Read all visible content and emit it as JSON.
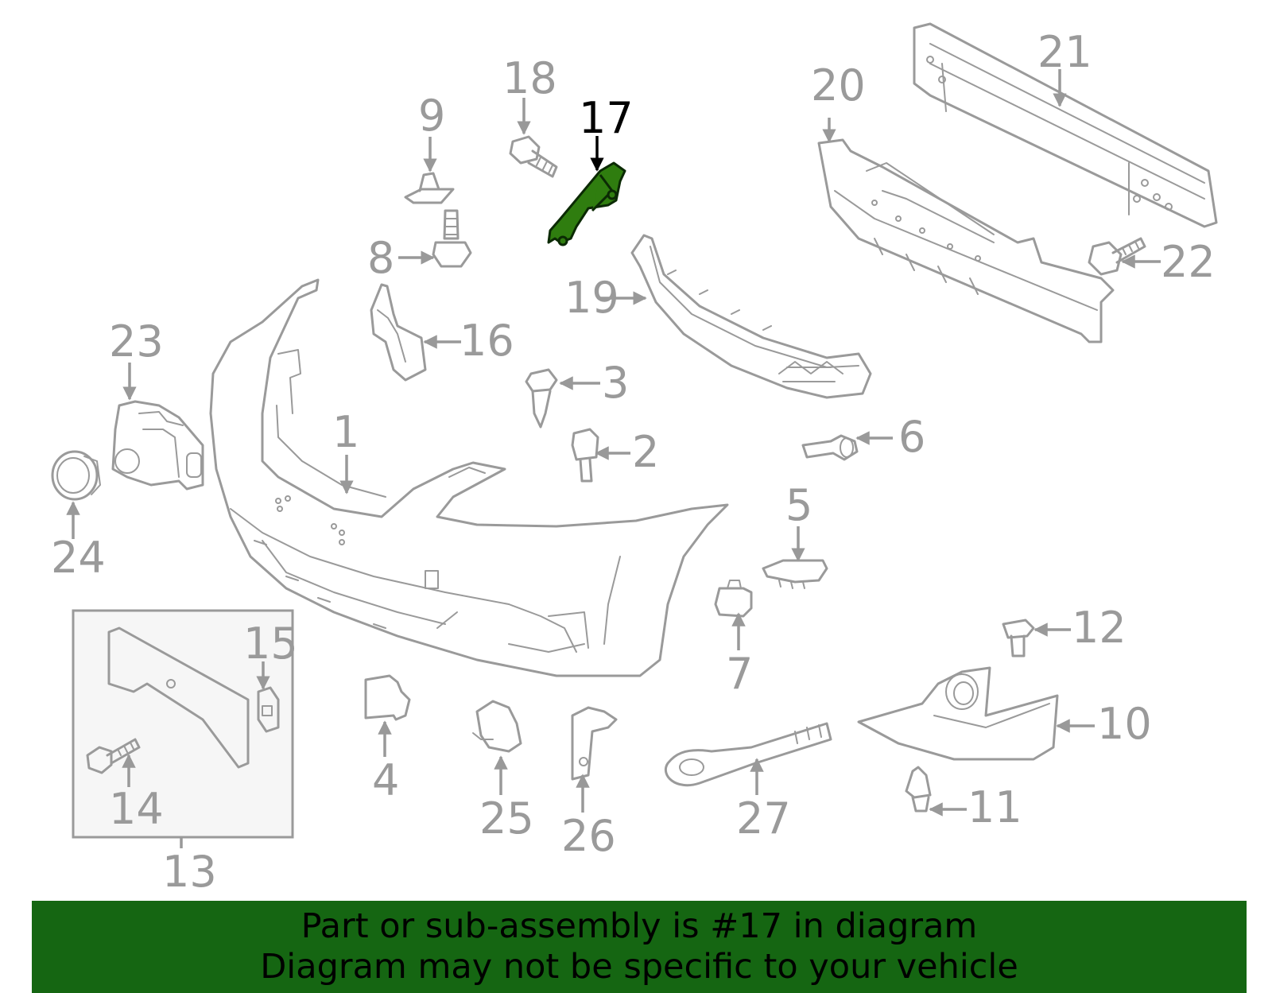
{
  "diagram": {
    "highlighted_part": "17",
    "highlight_color": "#2f7d0f",
    "callouts": {
      "c1": "1",
      "c2": "2",
      "c3": "3",
      "c4": "4",
      "c5": "5",
      "c6": "6",
      "c7": "7",
      "c8": "8",
      "c9": "9",
      "c10": "10",
      "c11": "11",
      "c12": "12",
      "c13": "13",
      "c14": "14",
      "c15": "15",
      "c16": "16",
      "c17": "17",
      "c18": "18",
      "c19": "19",
      "c20": "20",
      "c21": "21",
      "c22": "22",
      "c23": "23",
      "c24": "24",
      "c25": "25",
      "c26": "26",
      "c27": "27"
    }
  },
  "banner": {
    "line1": "Part or sub-assembly is #17 in diagram",
    "line2": "Diagram may not be specific to your vehicle",
    "background": "#156612"
  }
}
